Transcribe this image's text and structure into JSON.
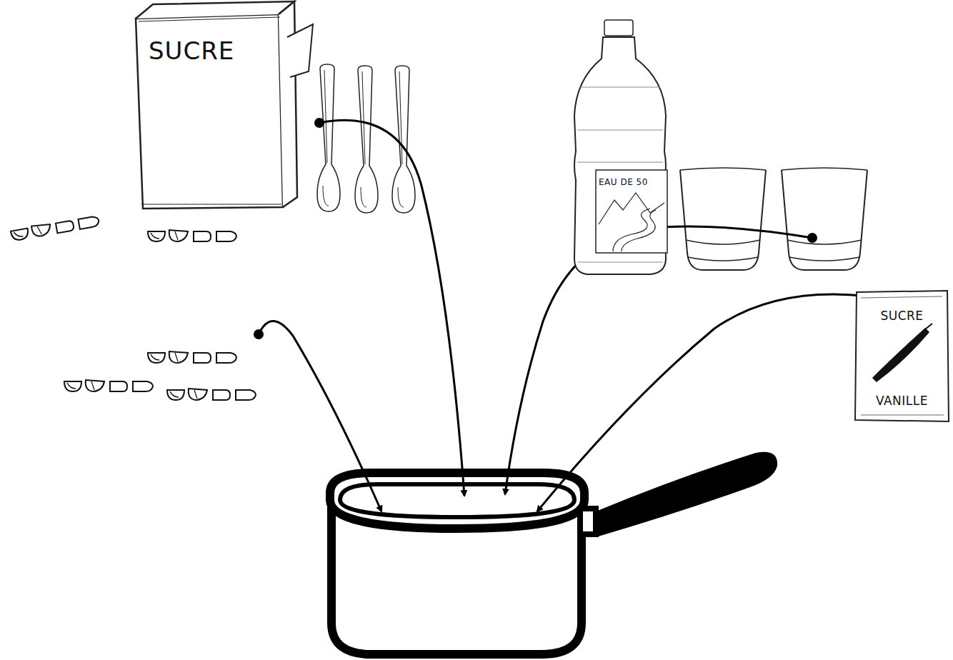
{
  "diagram": {
    "nodes": [
      {
        "text": [
          "SUCRE"
        ]
      },
      {
        "text": [
          "EAU DE 50"
        ]
      },
      {
        "text": [
          "SUCRE",
          "VANILLE"
        ]
      }
    ]
  }
}
